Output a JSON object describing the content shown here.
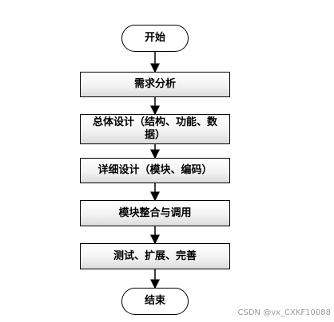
{
  "flowchart": {
    "start": "开始",
    "steps": [
      "需求分析",
      "总体设计（结构、功能、数据）",
      "详细设计（模块、编码）",
      "模块整合与调用",
      "测试、扩展、完善"
    ],
    "end": "结束"
  },
  "watermark": "CSDN @vx_CXKF10088"
}
